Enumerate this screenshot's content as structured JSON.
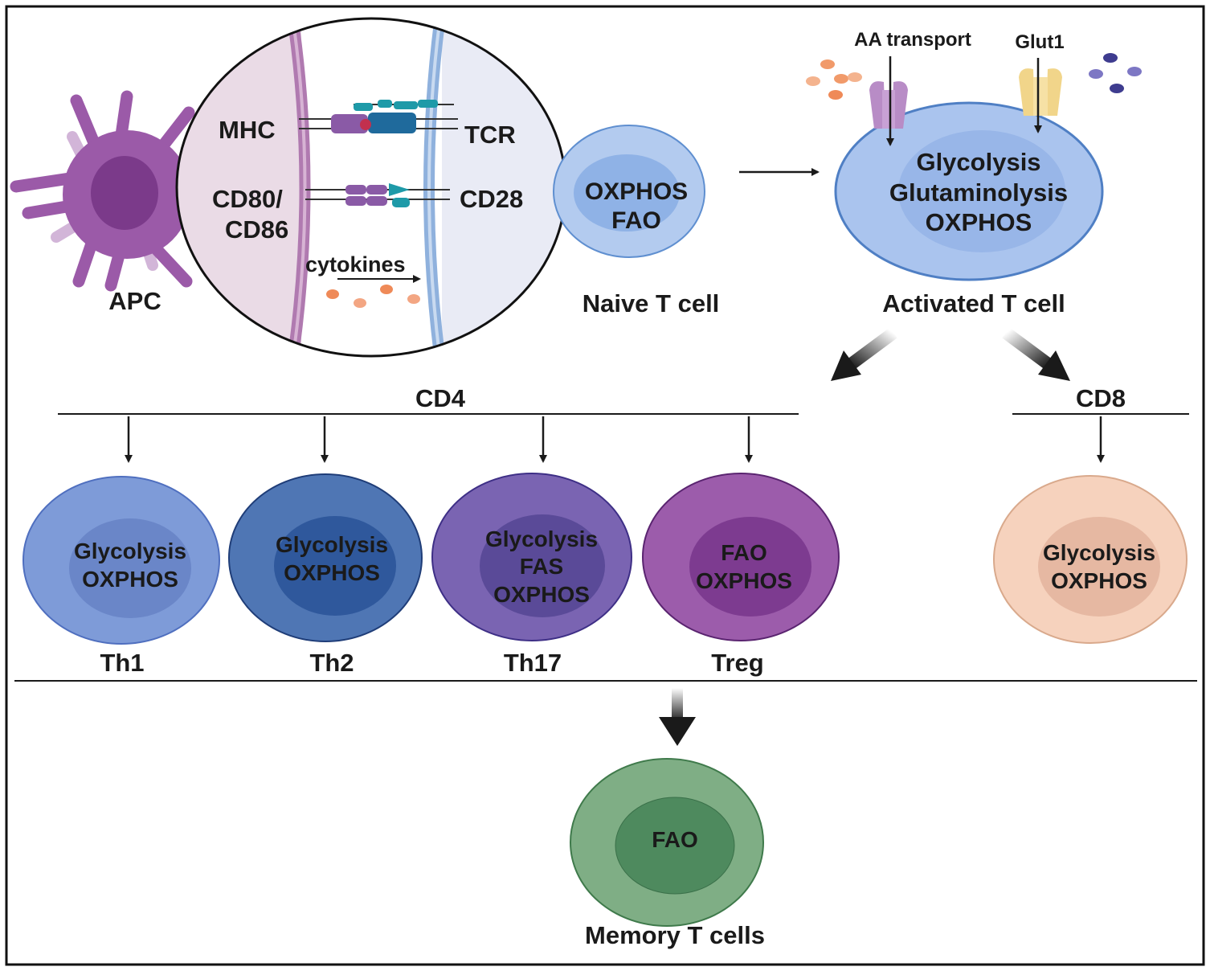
{
  "synapse": {
    "mhc": "MHC",
    "tcr": "TCR",
    "cd80_line1": "CD80/",
    "cd80_line2": "CD86",
    "cd28": "CD28",
    "cytokines": "cytokines"
  },
  "apc": {
    "label": "APC"
  },
  "naive": {
    "label": "Naive T cell",
    "lines": [
      "OXPHOS",
      "FAO"
    ]
  },
  "activated": {
    "label": "Activated T cell",
    "lines": [
      "Glycolysis",
      "Glutaminolysis",
      "OXPHOS"
    ],
    "aa_transport": "AA transport",
    "glut1": "Glut1"
  },
  "branches": {
    "cd4": "CD4",
    "cd8": "CD8"
  },
  "cd4_subsets": [
    {
      "name": "Th1",
      "lines": [
        "Glycolysis",
        "OXPHOS"
      ]
    },
    {
      "name": "Th2",
      "lines": [
        "Glycolysis",
        "OXPHOS"
      ]
    },
    {
      "name": "Th17",
      "lines": [
        "Glycolysis",
        "FAS",
        "OXPHOS"
      ]
    },
    {
      "name": "Treg",
      "lines": [
        "FAO",
        "OXPHOS"
      ]
    }
  ],
  "cd8_cell": {
    "lines": [
      "Glycolysis",
      "OXPHOS"
    ]
  },
  "memory": {
    "label": "Memory T cells",
    "lines": [
      "FAO"
    ]
  },
  "colors": {
    "apc": "#9b5aa8",
    "apc_nucleus": "#7b3a8a",
    "naive": "#b3cbef",
    "activated": "#aac4ee",
    "th1": "#7e9bd8",
    "th2": "#4f76b4",
    "th17": "#7a64b2",
    "treg": "#9c5cab",
    "cd8": "#f6d2bd",
    "memory": "#7fae85"
  }
}
